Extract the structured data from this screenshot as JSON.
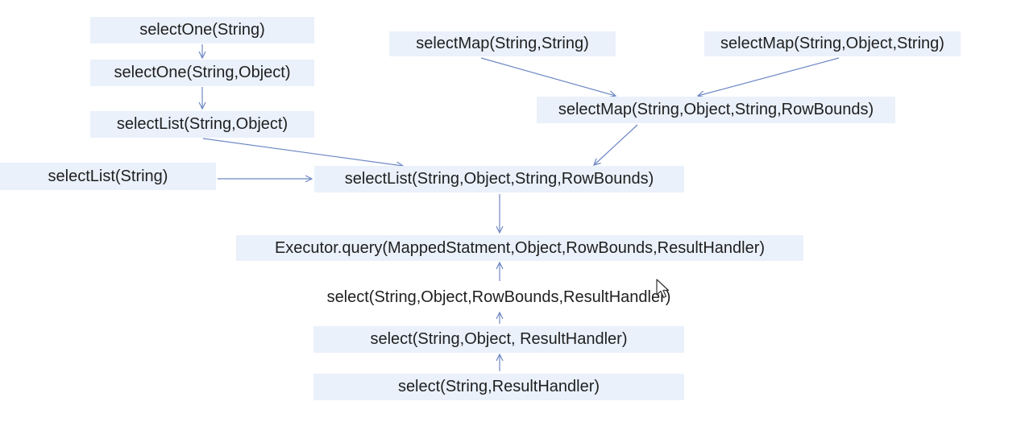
{
  "nodes": {
    "select_one_string": "selectOne(String)",
    "select_one_string_object": "selectOne(String,Object)",
    "select_list_string_object": "selectList(String,Object)",
    "select_list_string": "selectList(String)",
    "select_list_full": "selectList(String,Object,String,RowBounds)",
    "select_map_string_string": "selectMap(String,String)",
    "select_map_string_object_string": "selectMap(String,Object,String)",
    "select_map_full": "selectMap(String,Object,String,RowBounds)",
    "executor_query": "Executor.query(MappedStatment,Object,RowBounds,ResultHandler)",
    "select_full": "select(String,Object,RowBounds,ResultHandler)",
    "select_string_object_handler": "select(String,Object, ResultHandler)",
    "select_string_handler": "select(String,ResultHandler)"
  },
  "colors": {
    "node_fill": "#eaf1fb",
    "edge": "#6d87c4",
    "text": "#1f1f1f"
  },
  "cursor_icon": "mouse-pointer-icon"
}
